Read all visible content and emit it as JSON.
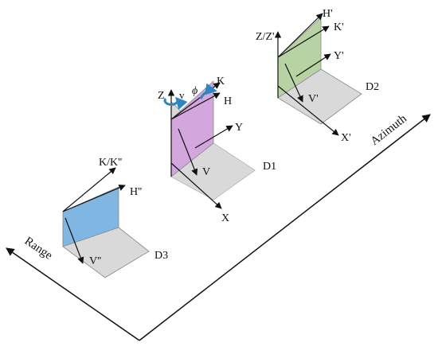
{
  "labels": {
    "range": "Range",
    "azimuth": "Azimuth",
    "d1": "D1",
    "d2": "D2",
    "d3": "D3",
    "d1_z": "Z",
    "d1_v_small": "v",
    "d1_phi": "ϕ",
    "d1_k": "K",
    "d1_h": "H",
    "d1_y": "Y",
    "d1_x": "X",
    "d1_v": "V",
    "d2_z": "Z/Z'",
    "d2_h": "H'",
    "d2_k": "K'",
    "d2_y": "Y'",
    "d2_v": "V'",
    "d2_x": "X'",
    "d3_k": "K/K''",
    "d3_h": "H''",
    "d3_v": "V''"
  },
  "colors": {
    "d1_plane": "#d4a6de",
    "d2_plane": "#b7d3a4",
    "d3_plane": "#7fb6e2",
    "ground_plane": "#d9d9d9",
    "rotation_arrow": "#2e86c1",
    "line": "#111111"
  }
}
